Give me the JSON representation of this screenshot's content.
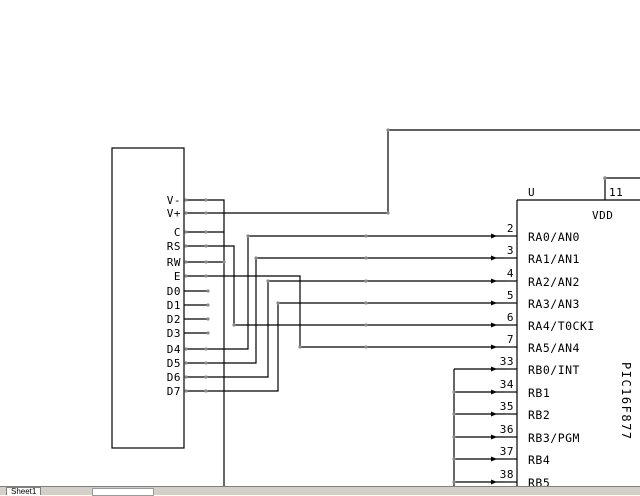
{
  "lcd": {
    "pins": [
      "V-",
      "V+",
      "C",
      "RS",
      "RW",
      "E",
      "D0",
      "D1",
      "D2",
      "D3",
      "D4",
      "D5",
      "D6",
      "D7"
    ]
  },
  "mcu": {
    "ref": "U",
    "part": "PIC16F877",
    "vdd_label": "VDD",
    "vdd_pin": "11",
    "pins": [
      {
        "num": "2",
        "name": "RA0/AN0"
      },
      {
        "num": "3",
        "name": "RA1/AN1"
      },
      {
        "num": "4",
        "name": "RA2/AN2"
      },
      {
        "num": "5",
        "name": "RA3/AN3"
      },
      {
        "num": "6",
        "name": "RA4/T0CKI"
      },
      {
        "num": "7",
        "name": "RA5/AN4"
      },
      {
        "num": "33",
        "name": "RB0/INT"
      },
      {
        "num": "34",
        "name": "RB1"
      },
      {
        "num": "35",
        "name": "RB2"
      },
      {
        "num": "36",
        "name": "RB3/PGM"
      },
      {
        "num": "37",
        "name": "RB4"
      },
      {
        "num": "38",
        "name": "RB5"
      }
    ]
  },
  "sheet_tab": "Sheet1"
}
